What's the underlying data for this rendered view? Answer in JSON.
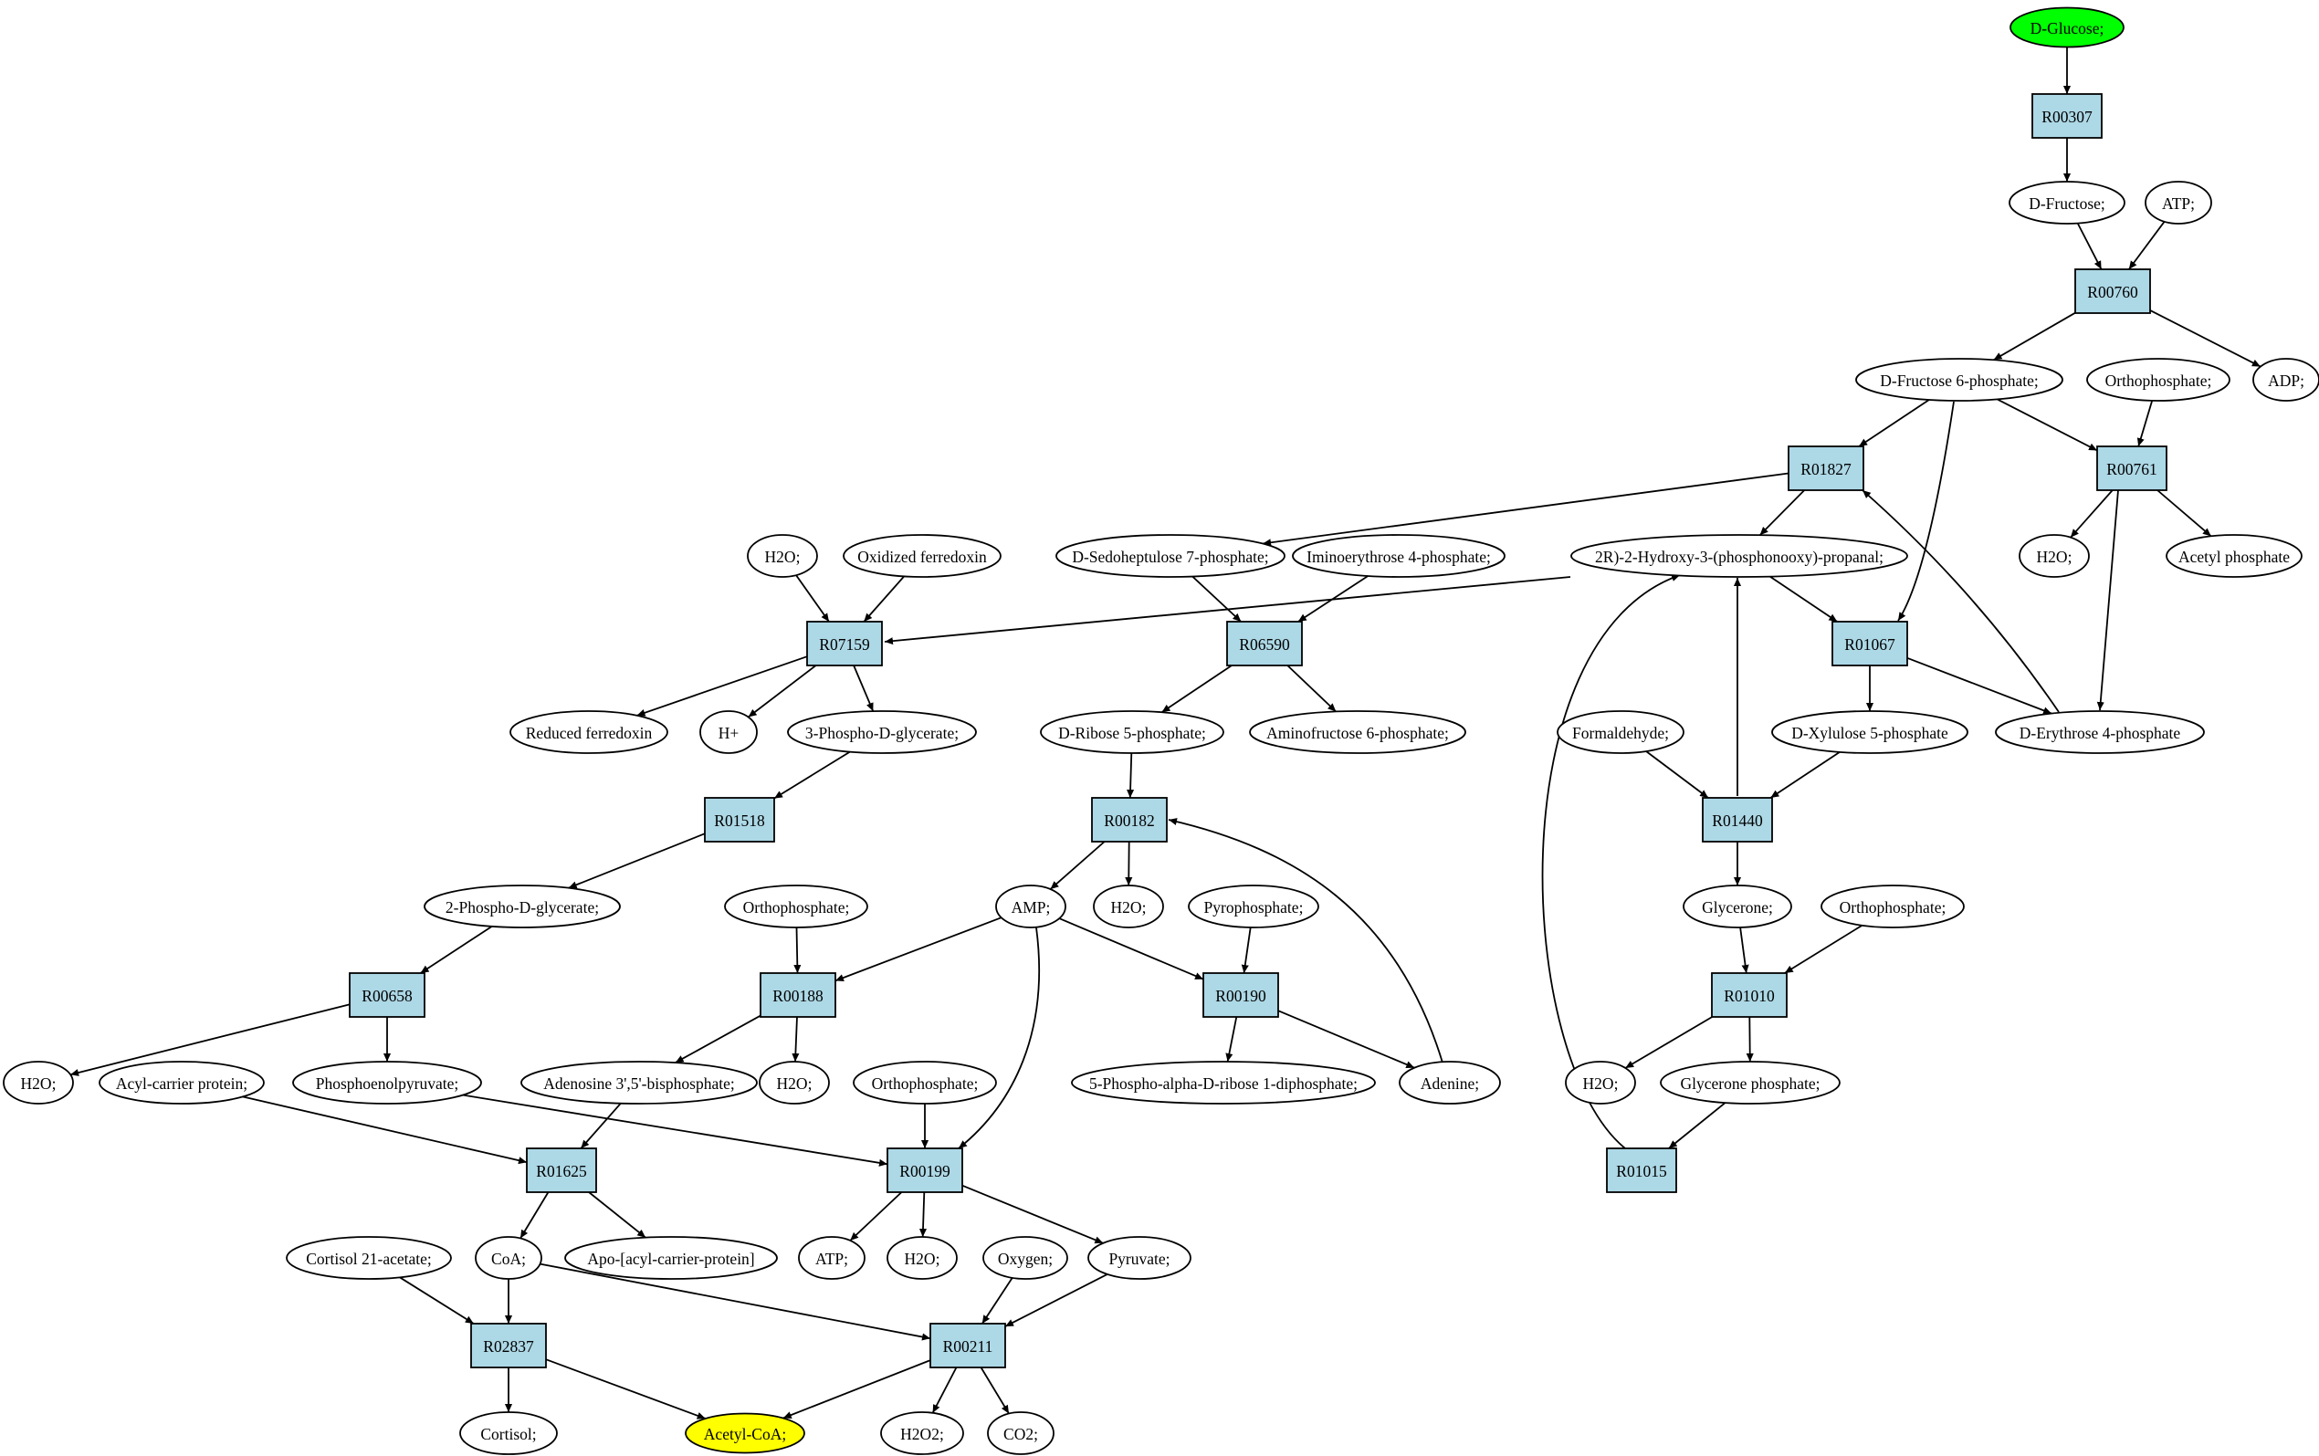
{
  "colors": {
    "reaction_fill": "#add8e6",
    "compound_fill": "#ffffff",
    "start_fill": "#00ff00",
    "end_fill": "#ffff00",
    "stroke": "#000000"
  },
  "nodes": [
    {
      "id": "D-Glucose",
      "label": "D-Glucose;",
      "kind": "compound",
      "role": "start"
    },
    {
      "id": "R00307",
      "label": "R00307",
      "kind": "reaction"
    },
    {
      "id": "D-Fructose",
      "label": "D-Fructose;",
      "kind": "compound"
    },
    {
      "id": "ATP-1",
      "label": "ATP;",
      "kind": "compound"
    },
    {
      "id": "R00760",
      "label": "R00760",
      "kind": "reaction"
    },
    {
      "id": "D-Fructose-6P",
      "label": "D-Fructose 6-phosphate;",
      "kind": "compound"
    },
    {
      "id": "Orthophosphate-1",
      "label": "Orthophosphate;",
      "kind": "compound"
    },
    {
      "id": "ADP",
      "label": "ADP;",
      "kind": "compound"
    },
    {
      "id": "R01827",
      "label": "R01827",
      "kind": "reaction"
    },
    {
      "id": "R00761",
      "label": "R00761",
      "kind": "reaction"
    },
    {
      "id": "H2O-top",
      "label": "H2O;",
      "kind": "compound"
    },
    {
      "id": "Oxidized-ferredoxin",
      "label": "Oxidized ferredoxin",
      "kind": "compound"
    },
    {
      "id": "D-Sedoheptulose-7P",
      "label": "D-Sedoheptulose 7-phosphate;",
      "kind": "compound"
    },
    {
      "id": "Iminoerythrose-4P",
      "label": "Iminoerythrose 4-phosphate;",
      "kind": "compound"
    },
    {
      "id": "Hydroxy-propanal",
      "label": "2R)-2-Hydroxy-3-(phosphonooxy)-propanal;",
      "kind": "compound"
    },
    {
      "id": "H2O-r761",
      "label": "H2O;",
      "kind": "compound"
    },
    {
      "id": "Acetyl-phosphate",
      "label": "Acetyl phosphate",
      "kind": "compound"
    },
    {
      "id": "R07159",
      "label": "R07159",
      "kind": "reaction"
    },
    {
      "id": "R06590",
      "label": "R06590",
      "kind": "reaction"
    },
    {
      "id": "R01067",
      "label": "R01067",
      "kind": "reaction"
    },
    {
      "id": "Reduced-ferredoxin",
      "label": "Reduced ferredoxin",
      "kind": "compound"
    },
    {
      "id": "H-plus",
      "label": "H+",
      "kind": "compound"
    },
    {
      "id": "3-Phospho-D-glycerate",
      "label": "3-Phospho-D-glycerate;",
      "kind": "compound"
    },
    {
      "id": "D-Ribose-5P",
      "label": "D-Ribose 5-phosphate;",
      "kind": "compound"
    },
    {
      "id": "Aminofructose-6P",
      "label": "Aminofructose 6-phosphate;",
      "kind": "compound"
    },
    {
      "id": "Formaldehyde",
      "label": "Formaldehyde;",
      "kind": "compound"
    },
    {
      "id": "D-Xylulose-5P",
      "label": "D-Xylulose 5-phosphate",
      "kind": "compound"
    },
    {
      "id": "D-Erythrose-4P",
      "label": "D-Erythrose 4-phosphate",
      "kind": "compound"
    },
    {
      "id": "R01518",
      "label": "R01518",
      "kind": "reaction"
    },
    {
      "id": "R00182",
      "label": "R00182",
      "kind": "reaction"
    },
    {
      "id": "R01440",
      "label": "R01440",
      "kind": "reaction"
    },
    {
      "id": "2-Phospho-D-glycerate",
      "label": "2-Phospho-D-glycerate;",
      "kind": "compound"
    },
    {
      "id": "Orthophosphate-2",
      "label": "Orthophosphate;",
      "kind": "compound"
    },
    {
      "id": "AMP",
      "label": "AMP;",
      "kind": "compound"
    },
    {
      "id": "H2O-r182",
      "label": "H2O;",
      "kind": "compound"
    },
    {
      "id": "Pyrophosphate",
      "label": "Pyrophosphate;",
      "kind": "compound"
    },
    {
      "id": "Glycerone",
      "label": "Glycerone;",
      "kind": "compound"
    },
    {
      "id": "Orthophosphate-3",
      "label": "Orthophosphate;",
      "kind": "compound"
    },
    {
      "id": "R00658",
      "label": "R00658",
      "kind": "reaction"
    },
    {
      "id": "R00188",
      "label": "R00188",
      "kind": "reaction"
    },
    {
      "id": "R00190",
      "label": "R00190",
      "kind": "reaction"
    },
    {
      "id": "R01010",
      "label": "R01010",
      "kind": "reaction"
    },
    {
      "id": "H2O-r658",
      "label": "H2O;",
      "kind": "compound"
    },
    {
      "id": "Acyl-carrier-protein",
      "label": "Acyl-carrier protein;",
      "kind": "compound"
    },
    {
      "id": "Phosphoenolpyruvate",
      "label": "Phosphoenolpyruvate;",
      "kind": "compound"
    },
    {
      "id": "Adenosine-bisphosphate",
      "label": "Adenosine 3',5'-bisphosphate;",
      "kind": "compound"
    },
    {
      "id": "H2O-r188",
      "label": "H2O;",
      "kind": "compound"
    },
    {
      "id": "Orthophosphate-4",
      "label": "Orthophosphate;",
      "kind": "compound"
    },
    {
      "id": "PRPP",
      "label": "5-Phospho-alpha-D-ribose 1-diphosphate;",
      "kind": "compound"
    },
    {
      "id": "Adenine",
      "label": "Adenine;",
      "kind": "compound"
    },
    {
      "id": "H2O-r1010",
      "label": "H2O;",
      "kind": "compound"
    },
    {
      "id": "Glycerone-phosphate",
      "label": "Glycerone phosphate;",
      "kind": "compound"
    },
    {
      "id": "R01625",
      "label": "R01625",
      "kind": "reaction"
    },
    {
      "id": "R00199",
      "label": "R00199",
      "kind": "reaction"
    },
    {
      "id": "R01015",
      "label": "R01015",
      "kind": "reaction"
    },
    {
      "id": "Cortisol-21-acetate",
      "label": "Cortisol 21-acetate;",
      "kind": "compound"
    },
    {
      "id": "CoA",
      "label": "CoA;",
      "kind": "compound"
    },
    {
      "id": "Apo-ACP",
      "label": "Apo-[acyl-carrier-protein]",
      "kind": "compound"
    },
    {
      "id": "ATP-2",
      "label": "ATP;",
      "kind": "compound"
    },
    {
      "id": "H2O-r199",
      "label": "H2O;",
      "kind": "compound"
    },
    {
      "id": "Oxygen",
      "label": "Oxygen;",
      "kind": "compound"
    },
    {
      "id": "Pyruvate",
      "label": "Pyruvate;",
      "kind": "compound"
    },
    {
      "id": "R02837",
      "label": "R02837",
      "kind": "reaction"
    },
    {
      "id": "R00211",
      "label": "R00211",
      "kind": "reaction"
    },
    {
      "id": "Cortisol",
      "label": "Cortisol;",
      "kind": "compound"
    },
    {
      "id": "Acetyl-CoA",
      "label": "Acetyl-CoA;",
      "kind": "compound",
      "role": "end"
    },
    {
      "id": "H2O2",
      "label": "H2O2;",
      "kind": "compound"
    },
    {
      "id": "CO2",
      "label": "CO2;",
      "kind": "compound"
    }
  ],
  "edges": [
    [
      "D-Glucose",
      "R00307"
    ],
    [
      "R00307",
      "D-Fructose"
    ],
    [
      "D-Fructose",
      "R00760"
    ],
    [
      "ATP-1",
      "R00760"
    ],
    [
      "R00760",
      "D-Fructose-6P"
    ],
    [
      "R00760",
      "ADP"
    ],
    [
      "D-Fructose-6P",
      "R01827"
    ],
    [
      "D-Fructose-6P",
      "R00761"
    ],
    [
      "D-Fructose-6P",
      "R01067"
    ],
    [
      "Orthophosphate-1",
      "R00761"
    ],
    [
      "R00761",
      "H2O-r761"
    ],
    [
      "R00761",
      "Acetyl-phosphate"
    ],
    [
      "R00761",
      "D-Erythrose-4P"
    ],
    [
      "R01827",
      "D-Sedoheptulose-7P"
    ],
    [
      "R01827",
      "Hydroxy-propanal"
    ],
    [
      "D-Erythrose-4P",
      "R01827"
    ],
    [
      "H2O-top",
      "R07159"
    ],
    [
      "Oxidized-ferredoxin",
      "R07159"
    ],
    [
      "Hydroxy-propanal",
      "R07159"
    ],
    [
      "R07159",
      "Reduced-ferredoxin"
    ],
    [
      "R07159",
      "H-plus"
    ],
    [
      "R07159",
      "3-Phospho-D-glycerate"
    ],
    [
      "D-Sedoheptulose-7P",
      "R06590"
    ],
    [
      "Iminoerythrose-4P",
      "R06590"
    ],
    [
      "R06590",
      "D-Ribose-5P"
    ],
    [
      "R06590",
      "Aminofructose-6P"
    ],
    [
      "Hydroxy-propanal",
      "R01067"
    ],
    [
      "R01067",
      "D-Xylulose-5P"
    ],
    [
      "R01067",
      "D-Erythrose-4P"
    ],
    [
      "Formaldehyde",
      "R01440"
    ],
    [
      "D-Xylulose-5P",
      "R01440"
    ],
    [
      "R01440",
      "Hydroxy-propanal"
    ],
    [
      "R01440",
      "Glycerone"
    ],
    [
      "3-Phospho-D-glycerate",
      "R01518"
    ],
    [
      "R01518",
      "2-Phospho-D-glycerate"
    ],
    [
      "D-Ribose-5P",
      "R00182"
    ],
    [
      "R00182",
      "AMP"
    ],
    [
      "R00182",
      "H2O-r182"
    ],
    [
      "Adenine",
      "R00182"
    ],
    [
      "2-Phospho-D-glycerate",
      "R00658"
    ],
    [
      "R00658",
      "H2O-r658"
    ],
    [
      "R00658",
      "Phosphoenolpyruvate"
    ],
    [
      "Orthophosphate-2",
      "R00188"
    ],
    [
      "AMP",
      "R00188"
    ],
    [
      "R00188",
      "Adenosine-bisphosphate"
    ],
    [
      "R00188",
      "H2O-r188"
    ],
    [
      "AMP",
      "R00190"
    ],
    [
      "Pyrophosphate",
      "R00190"
    ],
    [
      "R00190",
      "PRPP"
    ],
    [
      "R00190",
      "Adenine"
    ],
    [
      "AMP",
      "R00199"
    ],
    [
      "Glycerone",
      "R01010"
    ],
    [
      "Orthophosphate-3",
      "R01010"
    ],
    [
      "R01010",
      "H2O-r1010"
    ],
    [
      "R01010",
      "Glycerone-phosphate"
    ],
    [
      "Glycerone-phosphate",
      "R01015"
    ],
    [
      "R01015",
      "Hydroxy-propanal"
    ],
    [
      "Acyl-carrier-protein",
      "R01625"
    ],
    [
      "Adenosine-bisphosphate",
      "R01625"
    ],
    [
      "R01625",
      "CoA"
    ],
    [
      "R01625",
      "Apo-ACP"
    ],
    [
      "Phosphoenolpyruvate",
      "R00199"
    ],
    [
      "Orthophosphate-4",
      "R00199"
    ],
    [
      "R00199",
      "ATP-2"
    ],
    [
      "R00199",
      "H2O-r199"
    ],
    [
      "R00199",
      "Pyruvate"
    ],
    [
      "Cortisol-21-acetate",
      "R02837"
    ],
    [
      "CoA",
      "R02837"
    ],
    [
      "R02837",
      "Cortisol"
    ],
    [
      "R02837",
      "Acetyl-CoA"
    ],
    [
      "CoA",
      "R00211"
    ],
    [
      "Oxygen",
      "R00211"
    ],
    [
      "Pyruvate",
      "R00211"
    ],
    [
      "R00211",
      "Acetyl-CoA"
    ],
    [
      "R00211",
      "H2O2"
    ],
    [
      "R00211",
      "CO2"
    ]
  ]
}
